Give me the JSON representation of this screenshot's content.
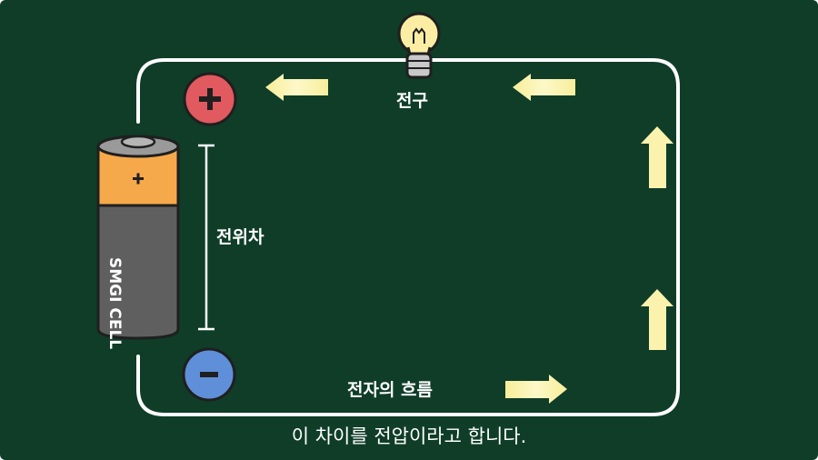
{
  "labels": {
    "bulb": "전구",
    "potential_difference": "전위차",
    "electron_flow": "전자의 흐름",
    "battery_name": "SMGI CELL",
    "battery_plus": "+",
    "terminal_plus": "+",
    "terminal_minus": "−"
  },
  "caption": "이 차이를 전압이라고 합니다.",
  "colors": {
    "background": "#0f3d28",
    "wire": "#ffffff",
    "arrow": "#fbf4b0",
    "battery_top": "#f6a94a",
    "battery_body": "#5f5f5f",
    "plus_terminal": "#e05a5f",
    "minus_terminal": "#5f8fd8"
  },
  "icons": [
    "light-bulb-icon",
    "battery-icon",
    "plus-terminal-icon",
    "minus-terminal-icon",
    "arrow-left-icon",
    "arrow-up-icon",
    "arrow-right-icon"
  ]
}
